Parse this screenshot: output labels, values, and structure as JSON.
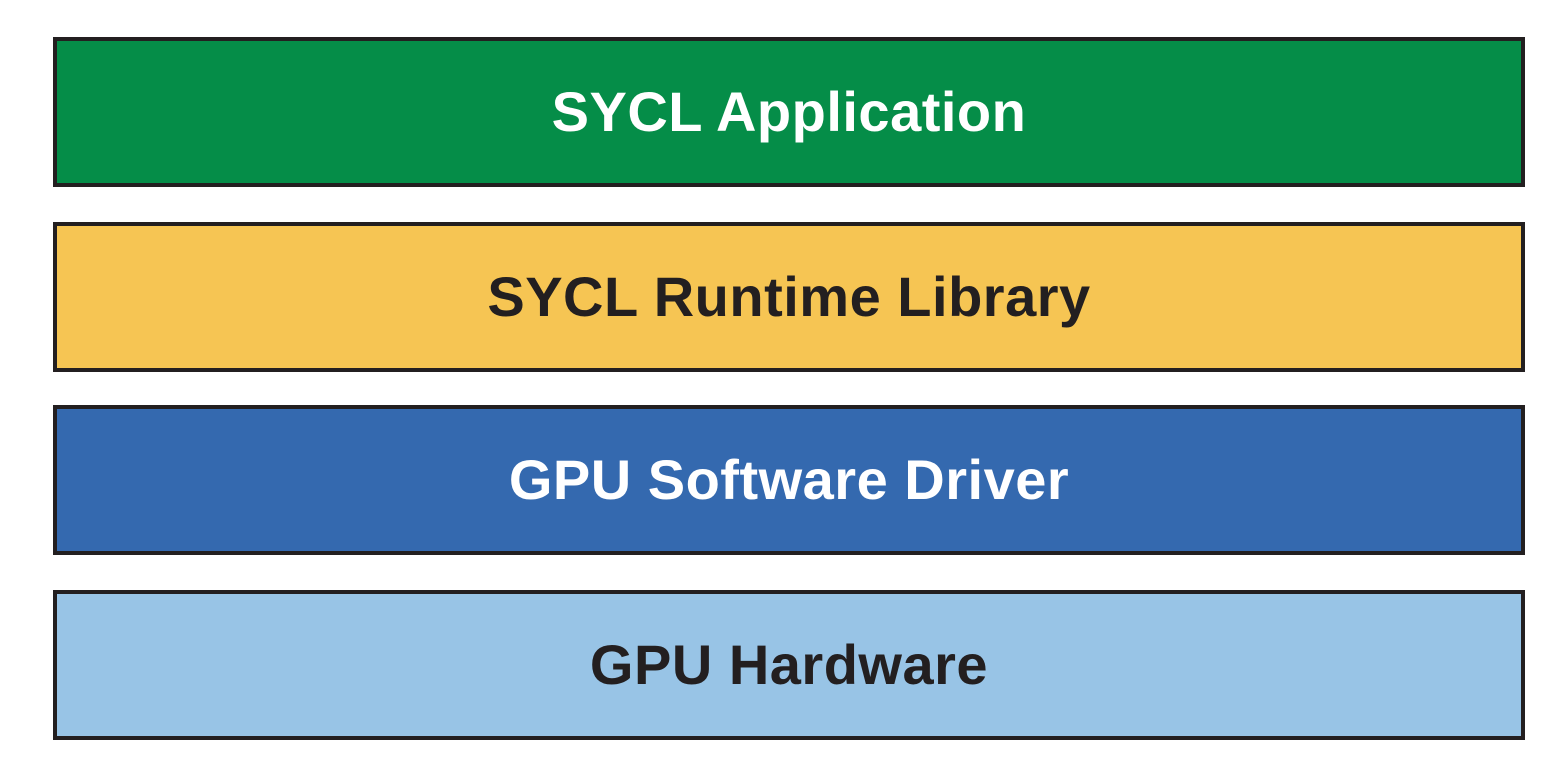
{
  "layers": [
    {
      "label": "SYCL Application",
      "fill": "#058d48",
      "text_color": "#ffffff"
    },
    {
      "label": "SYCL Runtime Library",
      "fill": "#f6c553",
      "text_color": "#231f20"
    },
    {
      "label": "GPU Software Driver",
      "fill": "#3469af",
      "text_color": "#ffffff"
    },
    {
      "label": "GPU Hardware",
      "fill": "#98c4e6",
      "text_color": "#231f20"
    }
  ],
  "border_color": "#231f20"
}
